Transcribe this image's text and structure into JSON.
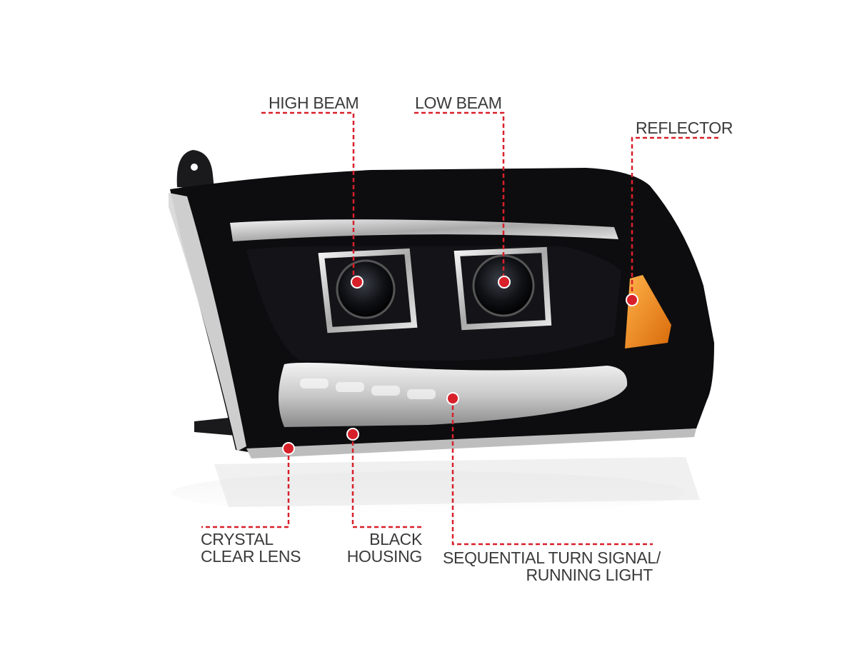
{
  "callouts": {
    "high_beam": "HIGH BEAM",
    "low_beam": "LOW BEAM",
    "reflector": "REFLECTOR",
    "crystal_clear_lens": [
      "CRYSTAL",
      "CLEAR LENS"
    ],
    "black_housing": [
      "BLACK",
      "HOUSING"
    ],
    "turn_signal": [
      "SEQUENTIAL TURN SIGNAL/",
      "RUNNING LIGHT"
    ]
  },
  "colors": {
    "leader_line": "#d8202a",
    "label_text": "#3a3a3a",
    "housing": "#0d0d0f",
    "amber_reflector": "#f08a1c"
  }
}
